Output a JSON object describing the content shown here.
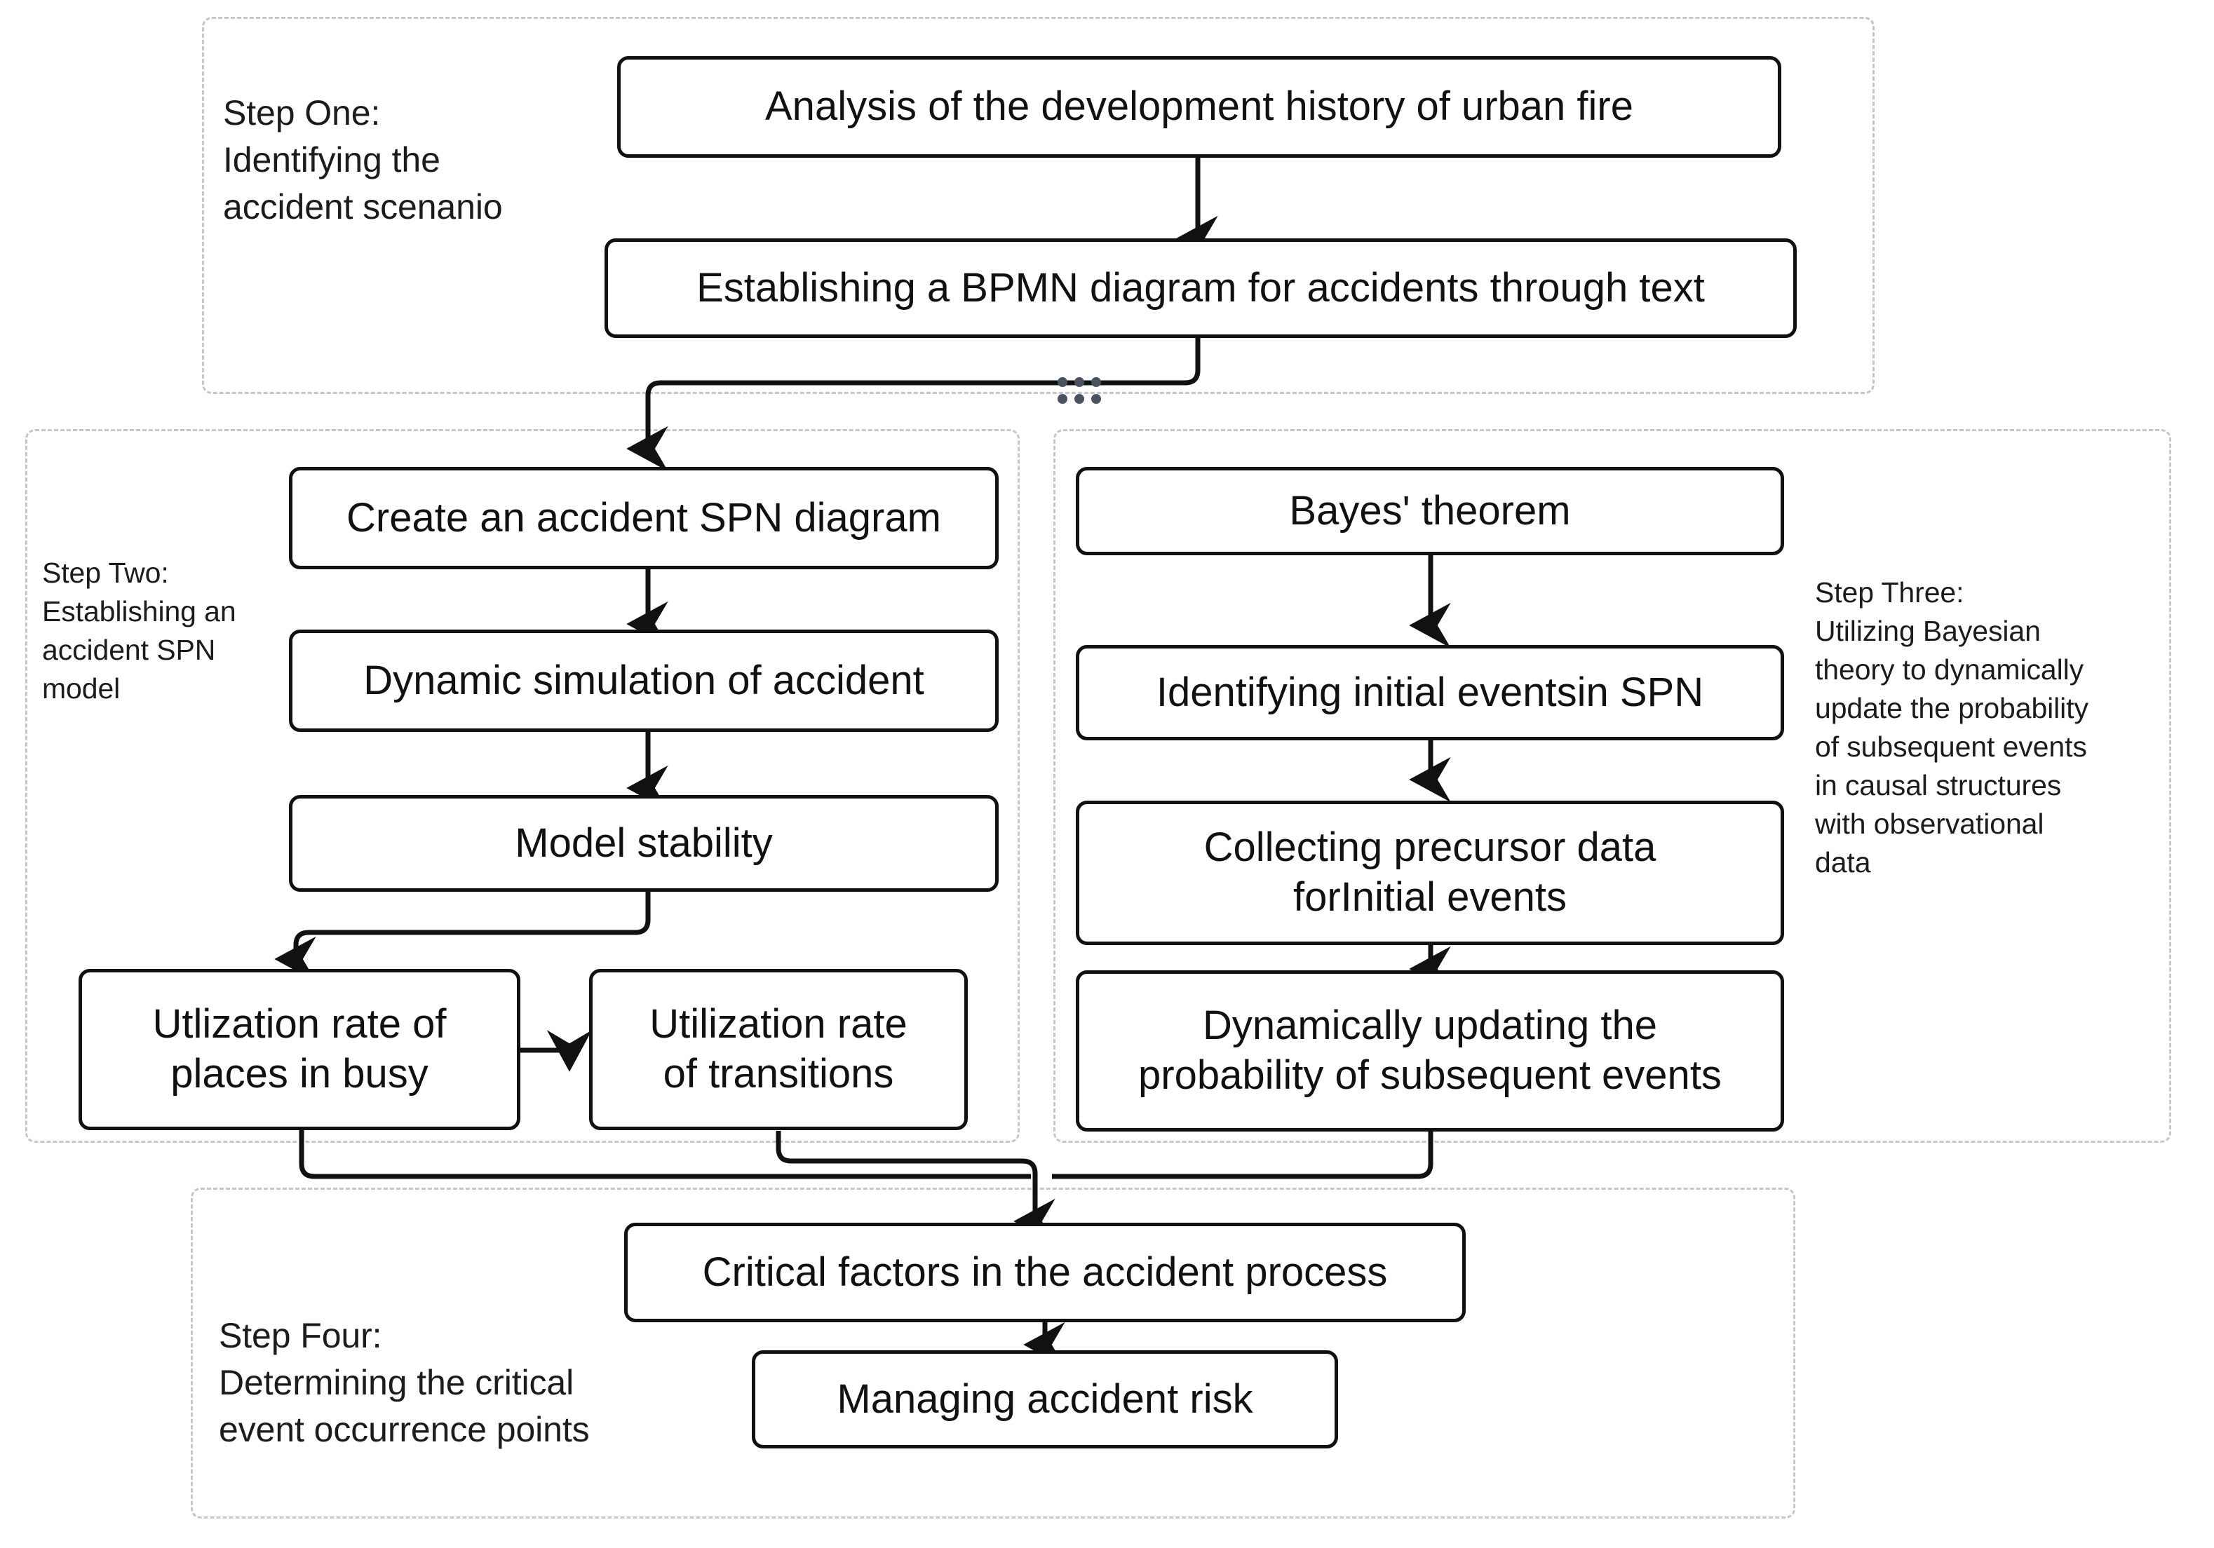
{
  "diagram": {
    "title": "Four-step urban fire accident analysis framework",
    "colors": {
      "node_border": "#111111",
      "node_fill": "#ffffff",
      "group_border": "#c3c7cc",
      "connector": "#111111",
      "dot_marker": "#4a5160",
      "text": "#1c1c1c"
    }
  },
  "steps": [
    {
      "id": "step-one",
      "caption": "Step One:\nIdentifying the\naccident scenanio",
      "nodes": [
        {
          "id": "analysis-history",
          "label": "Analysis of the development history of urban fire"
        },
        {
          "id": "bpmn-diagram",
          "label": "Establishing a BPMN diagram for accidents through text"
        }
      ]
    },
    {
      "id": "step-two",
      "caption": "Step Two:\nEstablishing an\naccident SPN\nmodel",
      "nodes": [
        {
          "id": "create-spn",
          "label": "Create an accident SPN diagram"
        },
        {
          "id": "dynamic-simulation",
          "label": "Dynamic simulation of accident"
        },
        {
          "id": "model-stability",
          "label": "Model stability"
        },
        {
          "id": "utilization-places",
          "label": "Utlization rate of\nplaces in busy"
        },
        {
          "id": "utilization-transitions",
          "label": "Utilization rate\nof transitions"
        }
      ]
    },
    {
      "id": "step-three",
      "caption": "Step Three:\nUtilizing Bayesian\ntheory to dynamically\nupdate the probability\nof subsequent events\nin causal  structures\nwith observational\ndata",
      "nodes": [
        {
          "id": "bayes-theorem",
          "label": "Bayes' theorem"
        },
        {
          "id": "identify-initial-events",
          "label": "Identifying initial eventsin SPN"
        },
        {
          "id": "collect-precursor",
          "label": "Collecting precursor data\nforInitial events"
        },
        {
          "id": "update-probability",
          "label": "Dynamically updating the\nprobability of subsequent events"
        }
      ]
    },
    {
      "id": "step-four",
      "caption": "Step Four:\nDetermining the critical\nevent occurrence points",
      "nodes": [
        {
          "id": "critical-factors",
          "label": "Critical factors in the accident process"
        },
        {
          "id": "managing-risk",
          "label": "Managing accident risk"
        }
      ]
    }
  ],
  "markers": {
    "dot_grid_label": "six-dot handle marker"
  }
}
